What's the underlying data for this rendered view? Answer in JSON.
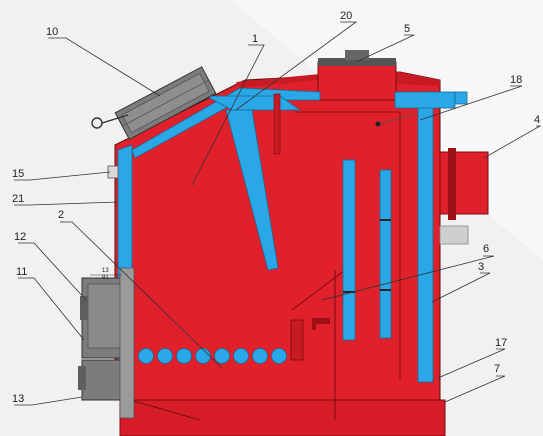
{
  "labels": {
    "l1": "1",
    "l2": "2",
    "l3": "3",
    "l4": "4",
    "l5": "5",
    "l6": "6",
    "l7": "7",
    "l10": "10",
    "l11": "11",
    "l12": "12",
    "l13": "13",
    "l15": "15",
    "l17": "17",
    "l18": "18",
    "l20": "20",
    "l21": "21"
  },
  "door_marks": {
    "top": "13",
    "bottom": "91"
  },
  "colors": {
    "background": "#f1f1f1",
    "body_red": "#e0202a",
    "water_jacket_blue": "#2aa7e6",
    "door_gray": "#7c7c7c",
    "dark_red": "#9c1016"
  }
}
